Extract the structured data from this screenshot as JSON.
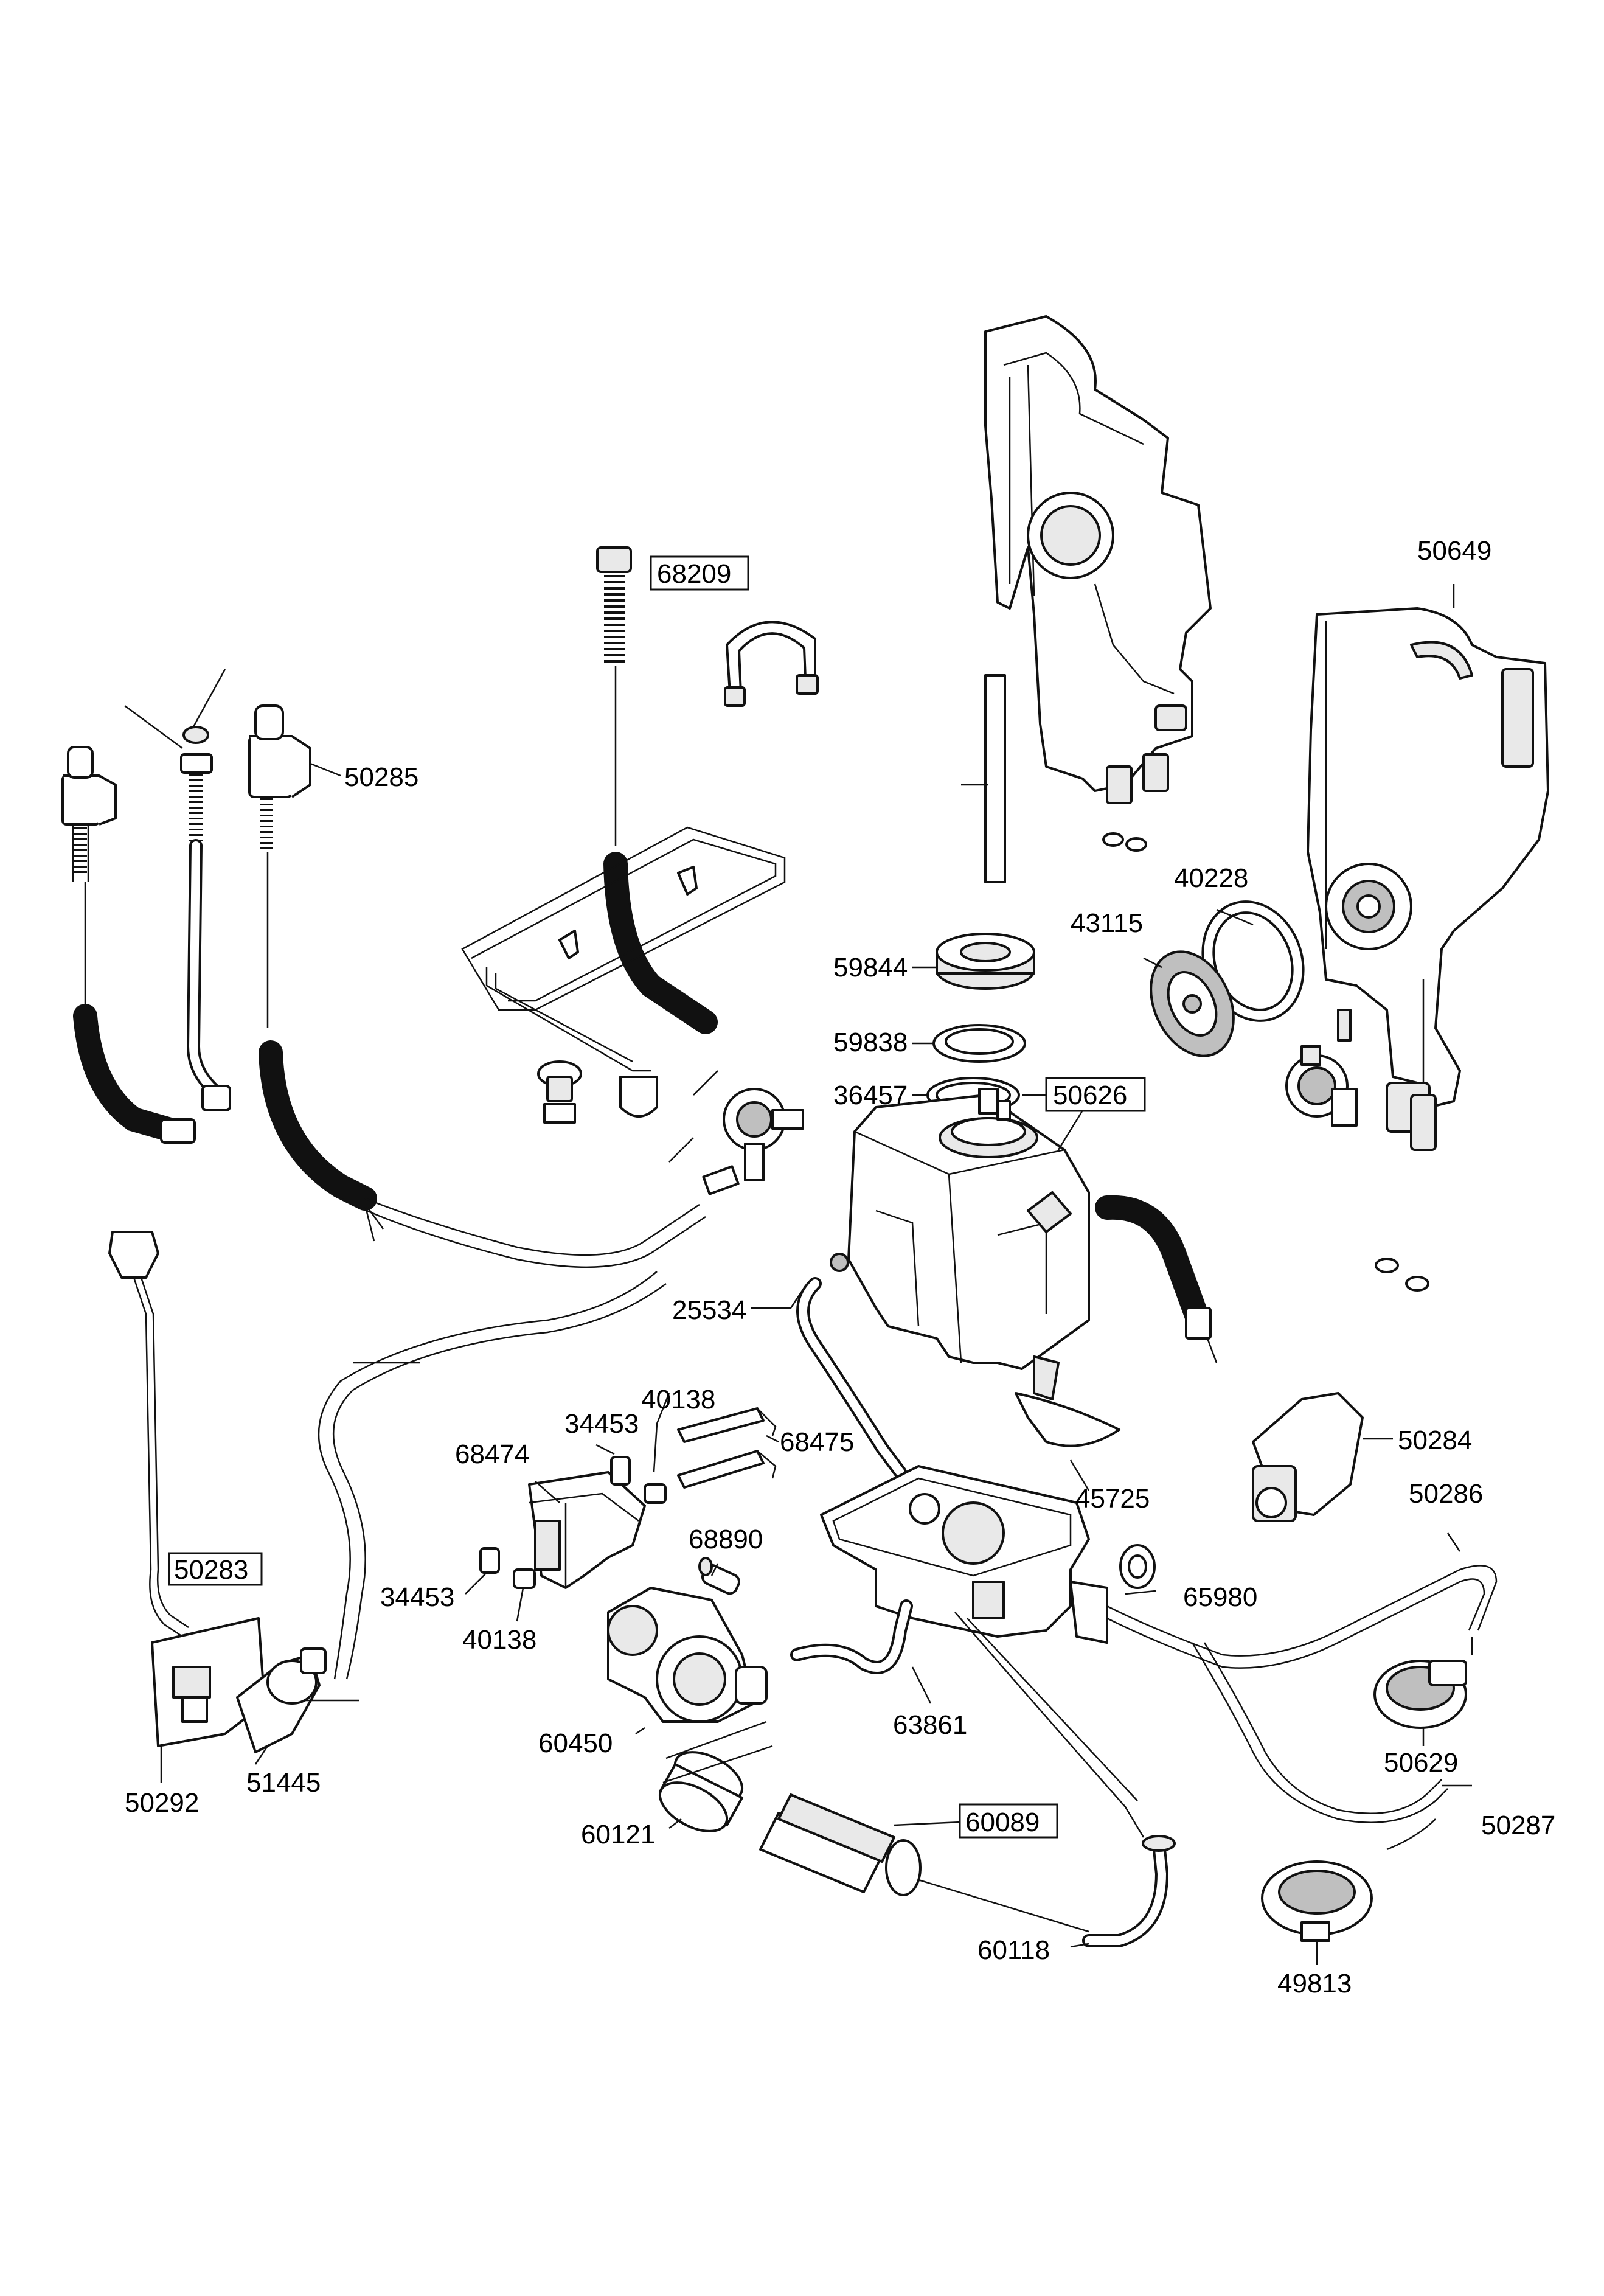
{
  "diagram": {
    "labels": {
      "p68209": "68209",
      "p50285": "50285",
      "p50649": "50649",
      "p40228": "40228",
      "p43115": "43115",
      "p59844": "59844",
      "p59838": "59838",
      "p36457": "36457",
      "p50626": "50626",
      "p25534": "25534",
      "p40138a": "40138",
      "p34453a": "34453",
      "p68475": "68475",
      "p68474": "68474",
      "p45725": "45725",
      "p50284": "50284",
      "p50286": "50286",
      "p50283": "50283",
      "p68890": "68890",
      "p34453b": "34453",
      "p65980": "65980",
      "p40138b": "40138",
      "p60450": "60450",
      "p63861": "63861",
      "p50629": "50629",
      "p50292": "50292",
      "p51445": "51445",
      "p60121": "60121",
      "p60089": "60089",
      "p50287": "50287",
      "p60118": "60118",
      "p49813": "49813"
    },
    "boxed_labels": [
      "68209",
      "50626",
      "50283",
      "60089"
    ]
  }
}
